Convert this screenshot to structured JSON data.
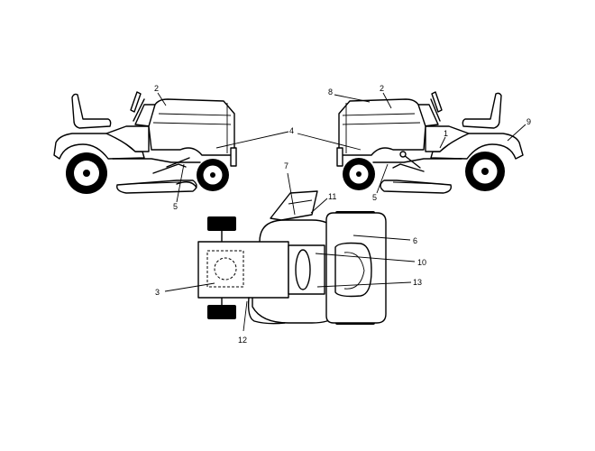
{
  "callouts": {
    "c1": "1",
    "c2_left": "2",
    "c2_right": "2",
    "c3": "3",
    "c4": "4",
    "c5_left": "5",
    "c5_right": "5",
    "c6": "6",
    "c7": "7",
    "c8": "8",
    "c9": "9",
    "c10": "10",
    "c11": "11",
    "c12": "12",
    "c13": "13"
  },
  "colors": {
    "line": "#000000",
    "background": "#ffffff"
  },
  "views": [
    "left-side-view",
    "right-side-view",
    "top-view"
  ]
}
